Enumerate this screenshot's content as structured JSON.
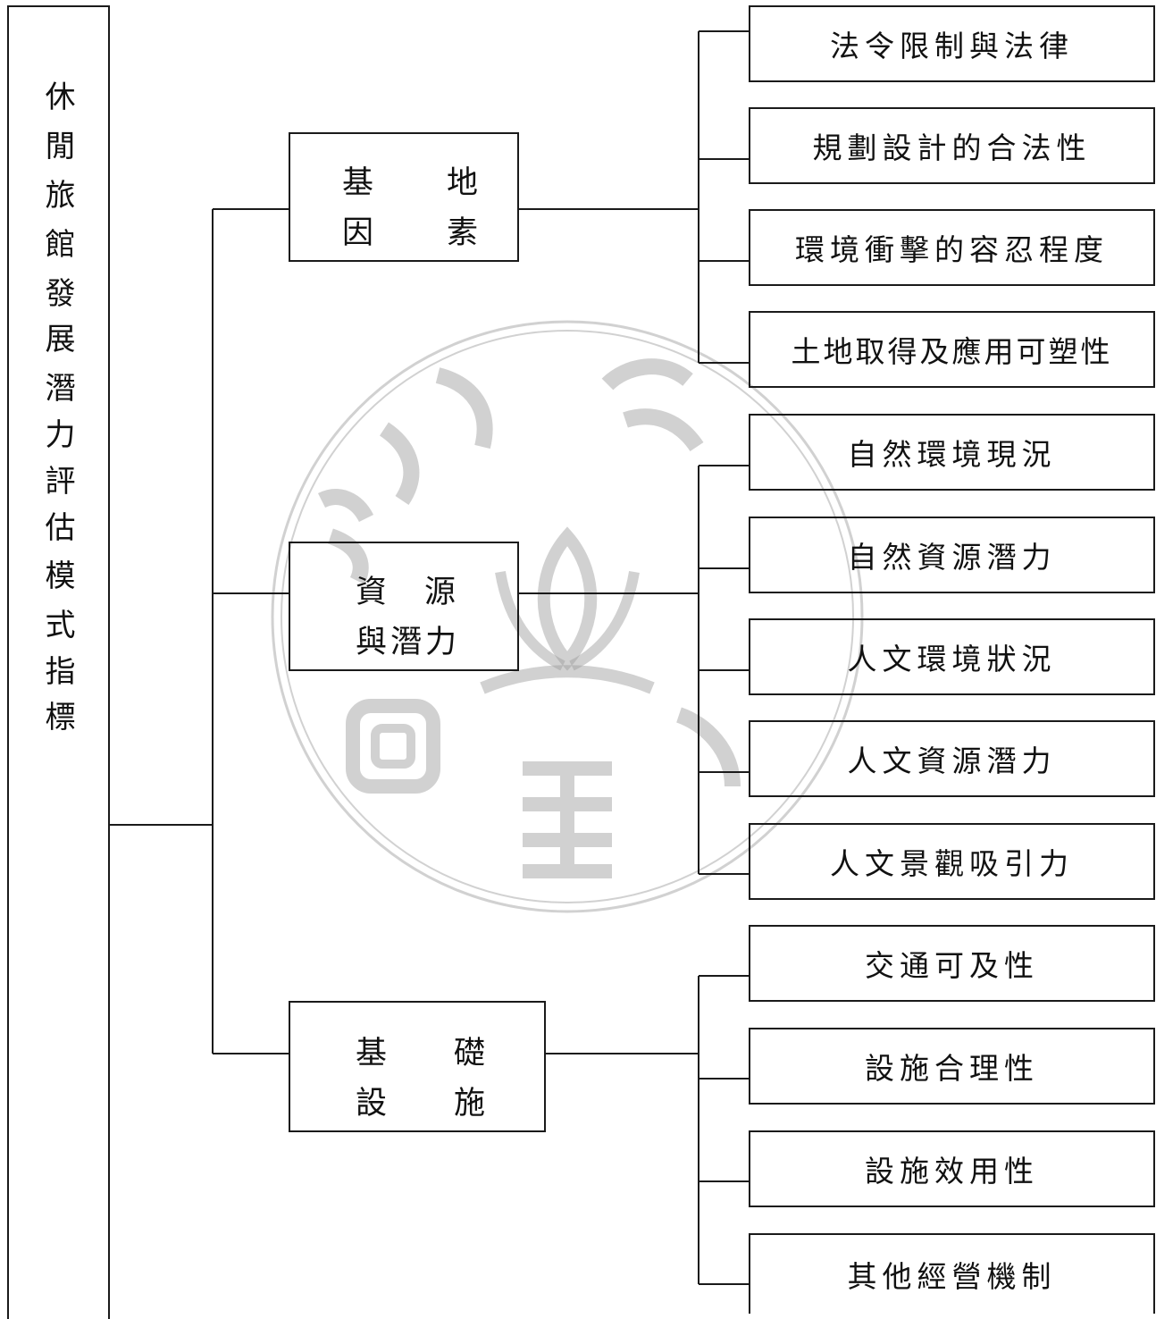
{
  "root": {
    "chars": [
      "休",
      "閒",
      "旅",
      "館",
      "發",
      "展",
      "潛",
      "力",
      "評",
      "估",
      "模",
      "式",
      "指",
      "標"
    ]
  },
  "categories": [
    {
      "id": "site",
      "chars": [
        "基",
        "地",
        "因",
        "素"
      ],
      "items": [
        "法令限制與法律",
        "規劃設計的合法性",
        "環境衝擊的容忍程度",
        "土地取得及應用可塑性"
      ]
    },
    {
      "id": "resource",
      "line1": [
        "資",
        "源"
      ],
      "line2": "與潛力",
      "items": [
        "自然環境現況",
        "自然資源潛力",
        "人文環境狀況",
        "人文資源潛力",
        "人文景觀吸引力"
      ]
    },
    {
      "id": "infra",
      "chars": [
        "基",
        "礎",
        "設",
        "施"
      ],
      "items": [
        "交通可及性",
        "設施合理性",
        "設施效用性",
        "其他經營機制"
      ]
    }
  ]
}
